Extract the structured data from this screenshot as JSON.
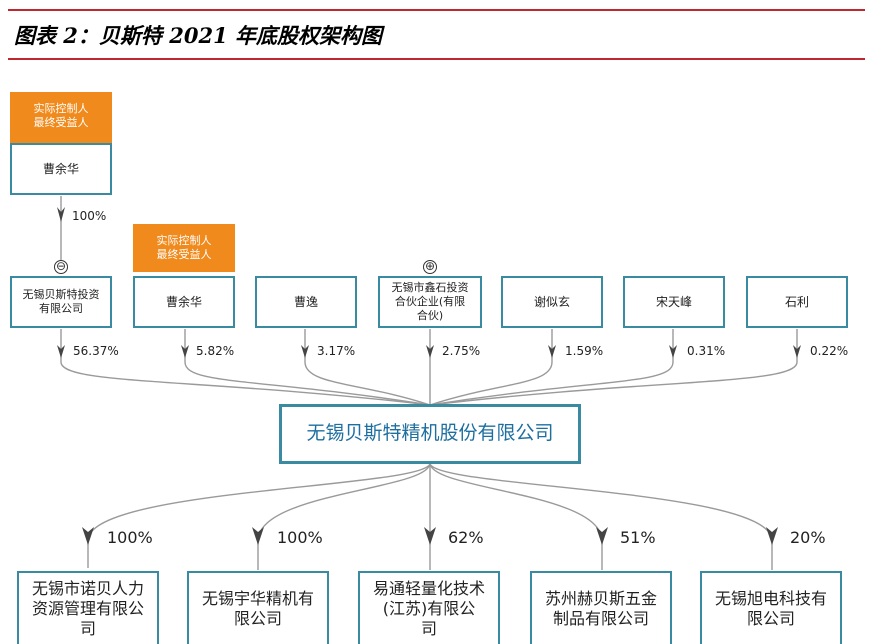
{
  "title": "图表 2：贝斯特 2021 年底股权架构图",
  "controller_tag": "实际控制人\n最终受益人",
  "top_shareholder": {
    "name": "曹余华",
    "pct": "100%"
  },
  "shareholders": [
    {
      "name": "无锡贝斯特投资\n有限公司",
      "pct": "56.37%",
      "sign": "⊖"
    },
    {
      "name": "曹余华",
      "pct": "5.82%"
    },
    {
      "name": "曹逸",
      "pct": "3.17%"
    },
    {
      "name": "无锡市鑫石投资\n合伙企业(有限\n合伙)",
      "pct": "2.75%",
      "sign": "⊕"
    },
    {
      "name": "谢似玄",
      "pct": "1.59%"
    },
    {
      "name": "宋天峰",
      "pct": "0.31%"
    },
    {
      "name": "石利",
      "pct": "0.22%"
    }
  ],
  "company": "无锡贝斯特精机股份有限公司",
  "subsidiaries": [
    {
      "name": "无锡市诺贝人力\n资源管理有限公\n司",
      "pct": "100%"
    },
    {
      "name": "无锡宇华精机有\n限公司",
      "pct": "100%"
    },
    {
      "name": "易通轻量化技术\n(江苏)有限公\n司",
      "pct": "62%"
    },
    {
      "name": "苏州赫贝斯五金\n制品有限公司",
      "pct": "51%"
    },
    {
      "name": "无锡旭电科技有\n限公司",
      "pct": "20%"
    }
  ],
  "colors": {
    "rule": "#c0262d",
    "border": "#3a8aa1",
    "tag": "#f08a1c",
    "company_text": "#1e6fa0"
  }
}
